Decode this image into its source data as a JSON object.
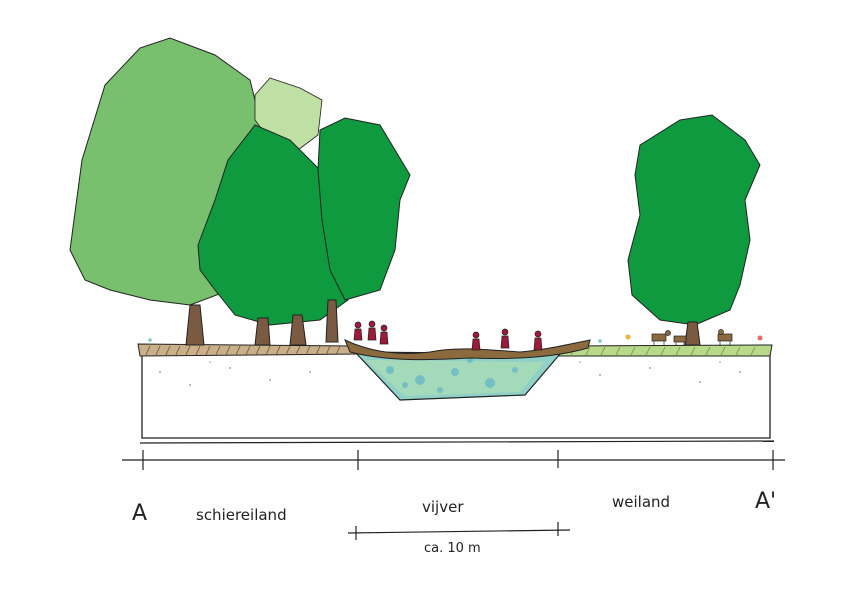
{
  "section": {
    "start_marker": "A",
    "end_marker": "A'",
    "zones": [
      {
        "label": "schiereiland"
      },
      {
        "label": "vijver"
      },
      {
        "label": "weiland"
      }
    ],
    "scale_label": "ca. 10 m"
  },
  "colors": {
    "tree_dark": "#0f9a3f",
    "tree_mid": "#78bf6e",
    "tree_light": "#bfe0a4",
    "water": "#7fc7c9",
    "water_light": "#a9dcb5",
    "soil": "#8b6b3e",
    "trunk": "#7a5a40",
    "grass": "#b9d98a",
    "figure": "#9c1b3a"
  },
  "icons": [
    "tree",
    "person",
    "cow",
    "flower"
  ]
}
